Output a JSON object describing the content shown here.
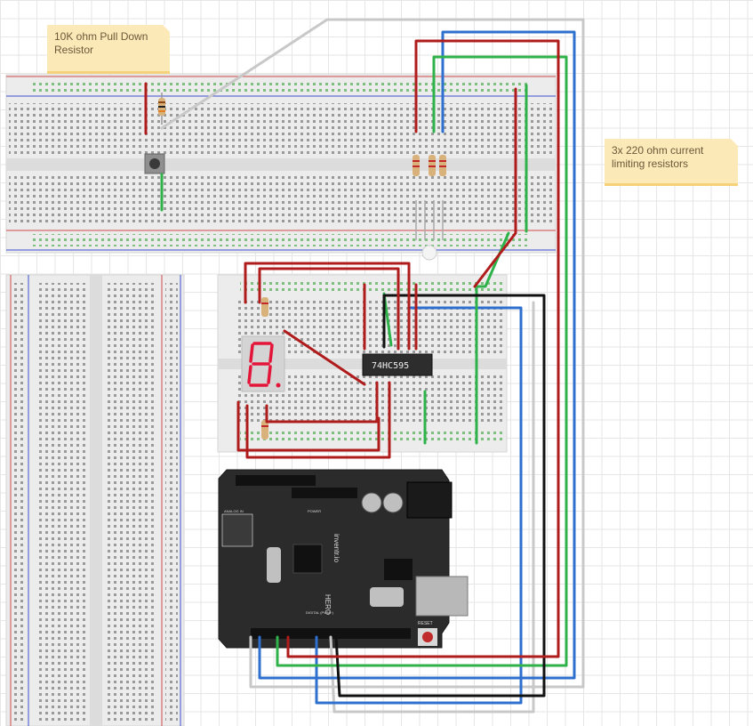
{
  "notes": {
    "pulldown": "10K ohm Pull Down Resistor",
    "current_limit": "3x 220 ohm current limiting resistors"
  },
  "chip": {
    "label": "74HC595"
  },
  "board": {
    "brand": "inventr.io",
    "model": "HERO",
    "reset": "RESET",
    "analog": "ANALOG IN",
    "digital": "DIGITAL (PWM~)",
    "power": "POWER"
  },
  "colors": {
    "wire_red": "#b01c1c",
    "wire_green": "#2fb24a",
    "wire_blue": "#2f6fcf",
    "wire_black": "#111111",
    "wire_gray": "#c8c8c8",
    "segment": "#e3163a",
    "board": "#2b2b2b"
  }
}
